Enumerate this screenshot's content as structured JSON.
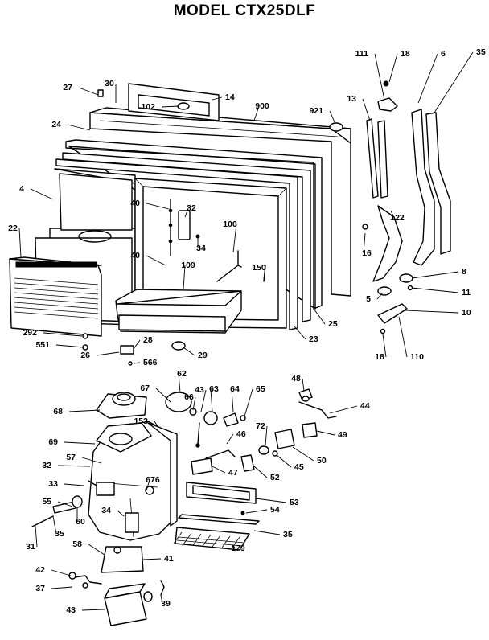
{
  "title": "MODEL CTX25DLF",
  "callouts": [
    "27",
    "30",
    "14",
    "102",
    "900",
    "921",
    "111",
    "18",
    "6",
    "35",
    "13",
    "24",
    "4",
    "40",
    "32",
    "100",
    "34",
    "22",
    "40",
    "109",
    "150",
    "122",
    "16",
    "8",
    "11",
    "5",
    "10",
    "25",
    "23",
    "292",
    "28",
    "551",
    "26",
    "566",
    "29",
    "18",
    "110",
    "62",
    "67",
    "43",
    "66",
    "63",
    "64",
    "65",
    "48",
    "68",
    "44",
    "153",
    "72",
    "49",
    "69",
    "46",
    "57",
    "50",
    "45",
    "47",
    "52",
    "32",
    "676",
    "53",
    "33",
    "54",
    "55",
    "35",
    "60",
    "34",
    "35",
    "31",
    "179",
    "58",
    "41",
    "42",
    "37",
    "39",
    "43"
  ]
}
